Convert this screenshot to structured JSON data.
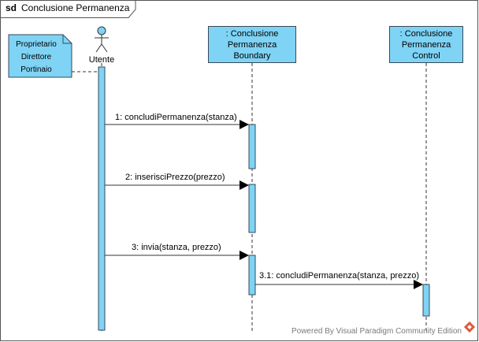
{
  "frame": {
    "keyword": "sd",
    "title": "Conclusione Permanenza"
  },
  "actor": {
    "name": "Utente"
  },
  "note": {
    "lines": [
      "Proprietario",
      "Direttore",
      "Portinaio"
    ]
  },
  "lifelines": [
    {
      "lines": [
        ": Conclusione",
        "Permanenza",
        "Boundary"
      ]
    },
    {
      "lines": [
        ": Conclusione",
        "Permanenza",
        "Control"
      ]
    }
  ],
  "messages": [
    {
      "label": "1: concludiPermanenza(stanza)"
    },
    {
      "label": "2: inserisciPrezzo(prezzo)"
    },
    {
      "label": "3: invia(stanza, prezzo)"
    },
    {
      "label": "3.1: concludiPermanenza(stanza, prezzo)"
    }
  ],
  "watermark": {
    "text": "Powered By  Visual Paradigm Community Edition"
  },
  "colors": {
    "fill": "#7fd3f5",
    "stroke": "#3a4a55",
    "watermark_logo": "#e05a3a"
  }
}
